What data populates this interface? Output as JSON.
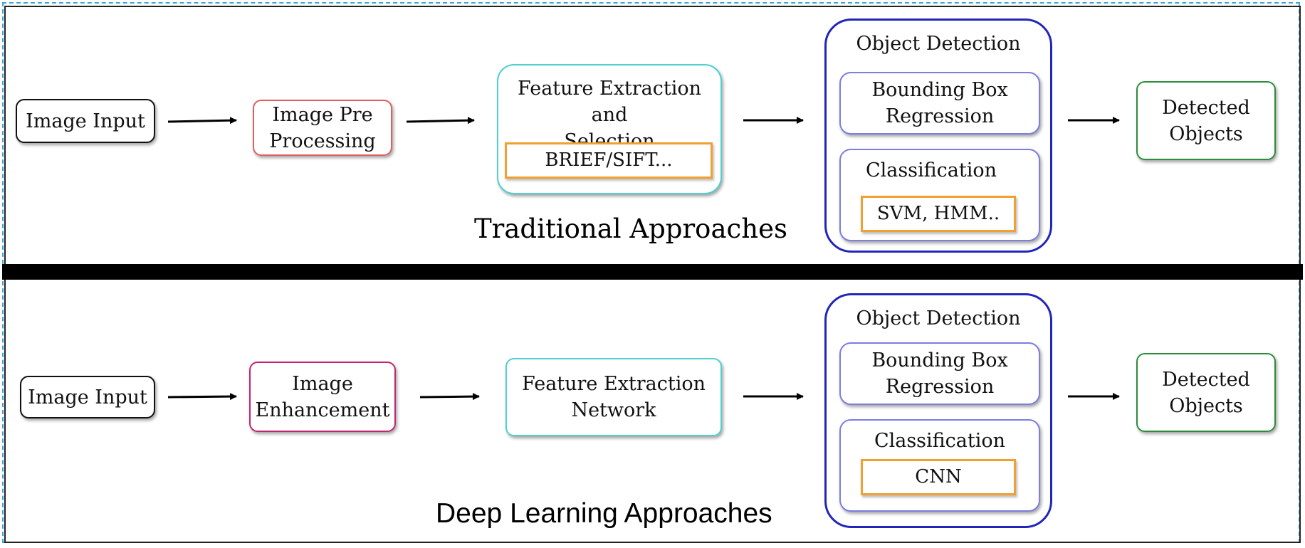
{
  "traditional": {
    "caption": "Traditional Approaches",
    "image_input": "Image Input",
    "preprocessing": "Image Pre\nProcessing",
    "feature": {
      "title": "Feature Extraction and\nSelection",
      "method": "BRIEF/SIFT..."
    },
    "object_detection": {
      "title": "Object Detection",
      "regression": "Bounding Box\nRegression",
      "classification": "Classification",
      "classifier": "SVM, HMM.."
    },
    "output": "Detected\nObjects"
  },
  "deep": {
    "caption": "Deep Learning Approaches",
    "image_input": "Image Input",
    "enhancement": "Image\nEnhancement",
    "feature": "Feature Extraction\nNetwork",
    "object_detection": {
      "title": "Object Detection",
      "regression": "Bounding Box\nRegression",
      "classification": "Classification",
      "classifier": "CNN"
    },
    "output": "Detected\nObjects"
  },
  "colors": {
    "frame": "#3aa6d9",
    "preprocessing": "#e06060",
    "enhancement": "#c2256f",
    "feature": "#4fd0d2",
    "object_detection": "#2226b8",
    "sub_box": "#7d7ee0",
    "method_box": "#f0a030",
    "output": "#2e8b3a"
  }
}
